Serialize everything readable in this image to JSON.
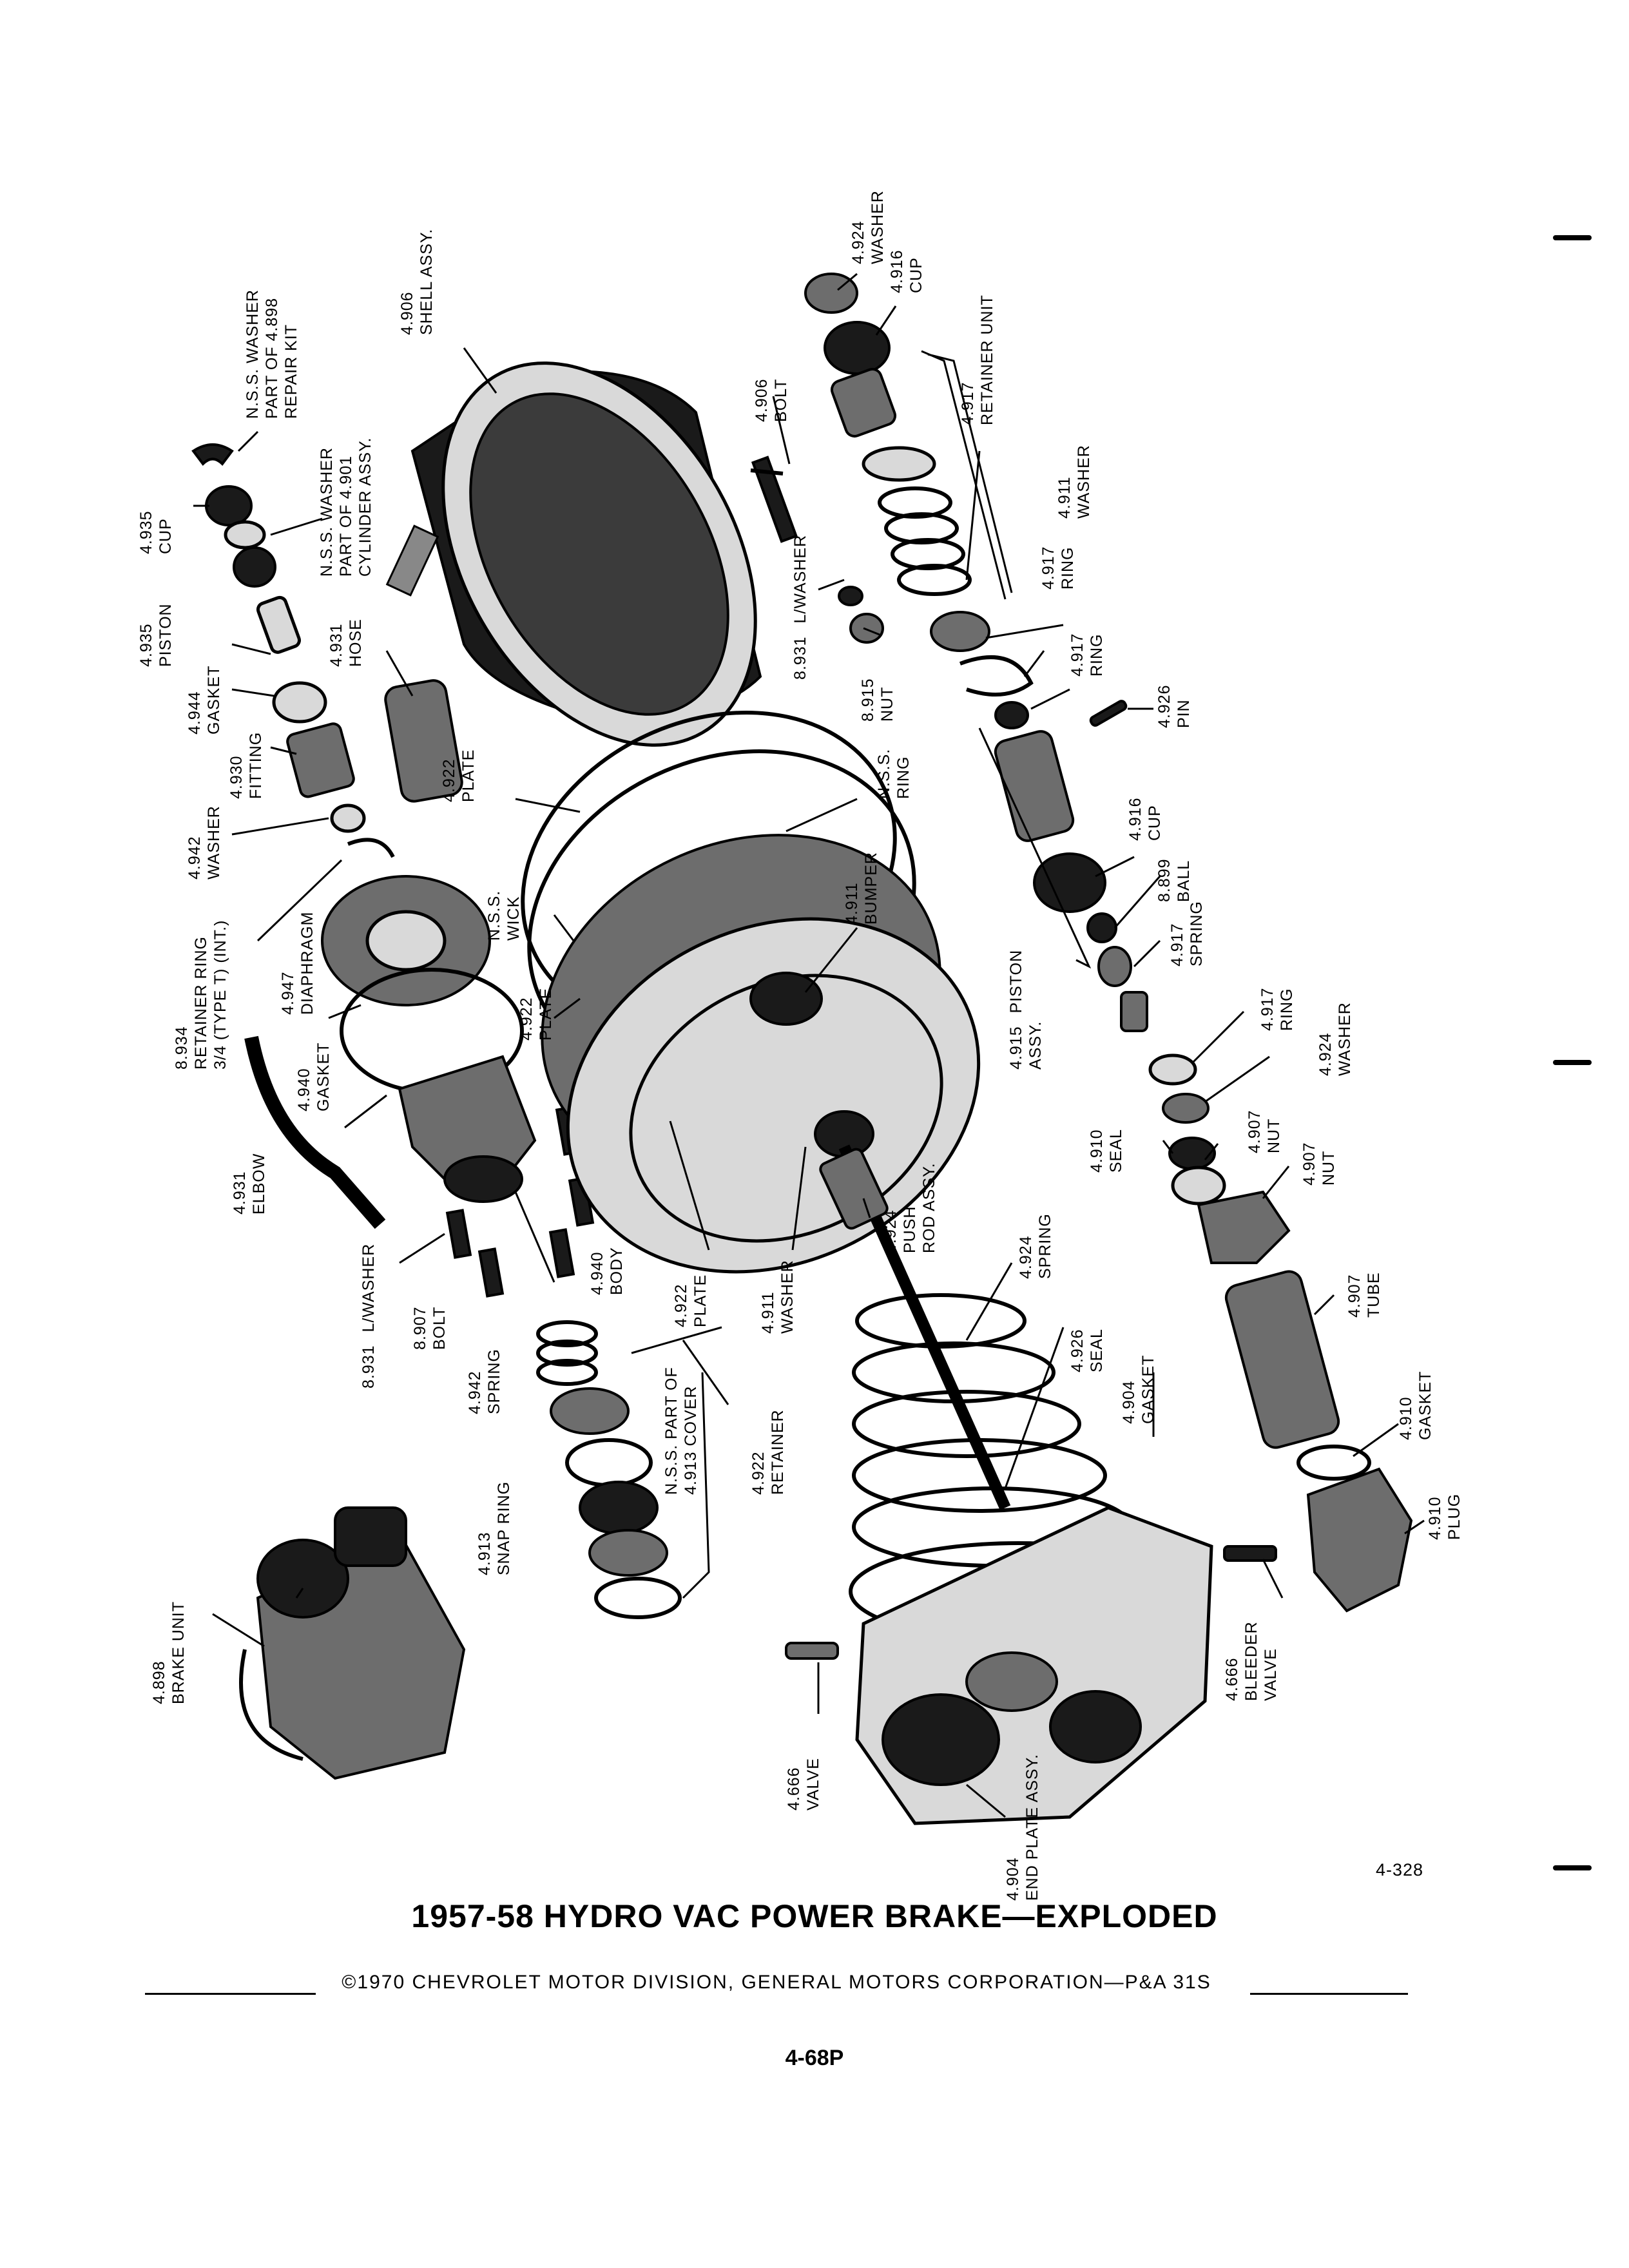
{
  "figure_id": "4-328",
  "title": "1957-58 HYDRO VAC POWER BRAKE—EXPLODED",
  "copyright": "©1970 CHEVROLET MOTOR DIVISION, GENERAL MOTORS CORPORATION—P&A 31S",
  "page_number": "4-68P",
  "callouts": [
    {
      "number": "N.S.S. WASHER",
      "name": "PART OF 4.898",
      "extra": "REPAIR KIT"
    },
    {
      "number": "4.906",
      "name": "SHELL ASSY."
    },
    {
      "number": "4.935",
      "name": "CUP"
    },
    {
      "number": "N.S.S. WASHER",
      "name": "PART OF 4.901",
      "extra": "CYLINDER ASSY."
    },
    {
      "number": "4.935",
      "name": "PISTON"
    },
    {
      "number": "4.931",
      "name": "HOSE"
    },
    {
      "number": "4.944",
      "name": "GASKET"
    },
    {
      "number": "4.930",
      "name": "FITTING"
    },
    {
      "number": "4.942",
      "name": "WASHER"
    },
    {
      "number": "8.934",
      "name": "RETAINER RING",
      "extra": "3/4 (TYPE T) (INT.)"
    },
    {
      "number": "4.947",
      "name": "DIAPHRAGM"
    },
    {
      "number": "4.940",
      "name": "GASKET"
    },
    {
      "number": "4.931",
      "name": "ELBOW"
    },
    {
      "number": "8.931",
      "name": "L/WASHER"
    },
    {
      "number": "8.907",
      "name": "BOLT"
    },
    {
      "number": "4.942",
      "name": "SPRING"
    },
    {
      "number": "4.940",
      "name": "BODY"
    },
    {
      "number": "4.913",
      "name": "SNAP RING"
    },
    {
      "number": "N.S.S. PART OF",
      "name": "4.913 COVER"
    },
    {
      "number": "4.922",
      "name": "RETAINER"
    },
    {
      "number": "4.898",
      "name": "BRAKE UNIT"
    },
    {
      "number": "4.666",
      "name": "VALVE"
    },
    {
      "number": "4.904",
      "name": "END PLATE ASSY."
    },
    {
      "number": "4.922",
      "name": "PLATE"
    },
    {
      "number": "N.S.S.",
      "name": "WICK"
    },
    {
      "number": "4.922",
      "name": "PLATE"
    },
    {
      "number": "4.922",
      "name": "PLATE"
    },
    {
      "number": "4.911",
      "name": "WASHER"
    },
    {
      "number": "4.911",
      "name": "BUMPER"
    },
    {
      "number": "N.S.S.",
      "name": "RING"
    },
    {
      "number": "4.924",
      "name": "PUSH",
      "extra": "ROD ASSY."
    },
    {
      "number": "4.924",
      "name": "SPRING"
    },
    {
      "number": "4.926",
      "name": "SEAL"
    },
    {
      "number": "4.904",
      "name": "GASKET"
    },
    {
      "number": "4.906",
      "name": "BOLT"
    },
    {
      "number": "8.931",
      "name": "L/WASHER"
    },
    {
      "number": "8.915",
      "name": "NUT"
    },
    {
      "number": "4.924",
      "name": "WASHER"
    },
    {
      "number": "4.916",
      "name": "CUP"
    },
    {
      "number": "4.917",
      "name": "RETAINER UNIT"
    },
    {
      "number": "4.911",
      "name": "WASHER"
    },
    {
      "number": "4.917",
      "name": "RING"
    },
    {
      "number": "4.917",
      "name": "RING"
    },
    {
      "number": "4.926",
      "name": "PIN"
    },
    {
      "number": "4.916",
      "name": "CUP"
    },
    {
      "number": "8.899",
      "name": "BALL"
    },
    {
      "number": "4.917",
      "name": "SPRING"
    },
    {
      "number": "4.915",
      "name": "PISTON",
      "extra": "ASSY."
    },
    {
      "number": "4.917",
      "name": "RING"
    },
    {
      "number": "4.924",
      "name": "WASHER"
    },
    {
      "number": "4.910",
      "name": "SEAL"
    },
    {
      "number": "4.907",
      "name": "NUT"
    },
    {
      "number": "4.907",
      "name": "NUT"
    },
    {
      "number": "4.907",
      "name": "TUBE"
    },
    {
      "number": "4.910",
      "name": "GASKET"
    },
    {
      "number": "4.910",
      "name": "PLUG"
    },
    {
      "number": "4.666",
      "name": "BLEEDER",
      "extra": "VALVE"
    }
  ]
}
